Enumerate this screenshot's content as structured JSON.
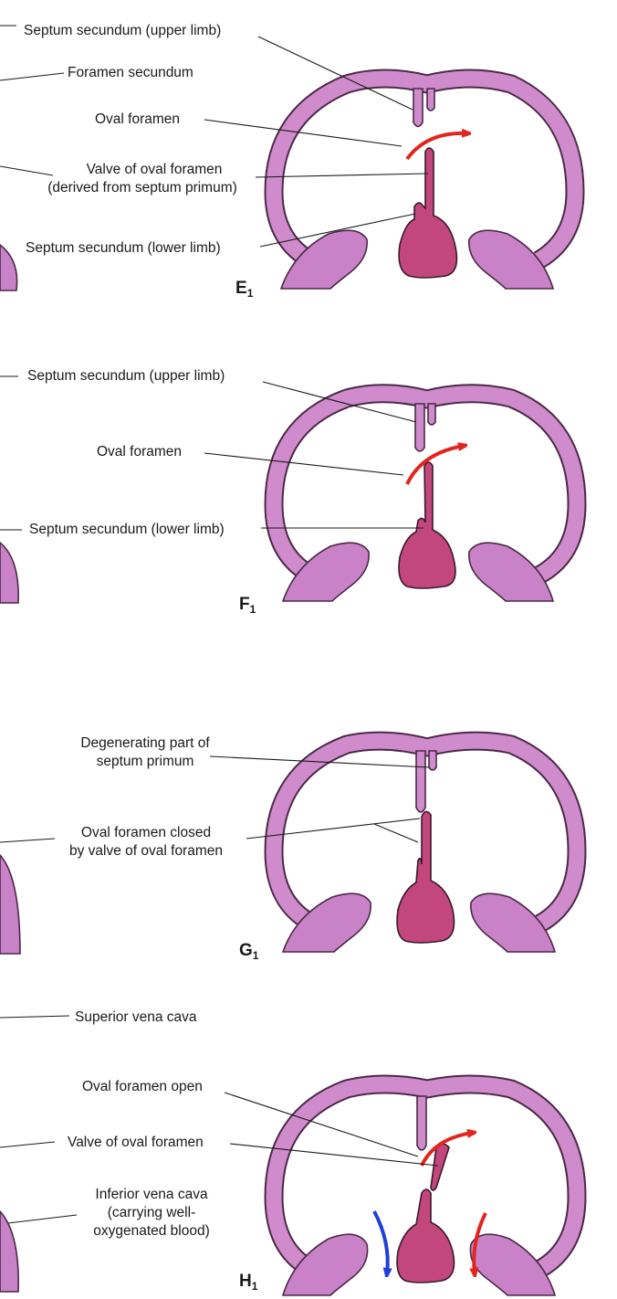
{
  "panels": [
    {
      "id": "E",
      "sub": "1",
      "labels": {
        "upper_limb": "Septum secundum (upper limb)",
        "foramen_secundum": "Foramen secundum",
        "oval_foramen": "Oval foramen",
        "valve_line1": "Valve of oval foramen",
        "valve_line2": "(derived from septum primum)",
        "lower_limb": "Septum secundum (lower limb)"
      }
    },
    {
      "id": "F",
      "sub": "1",
      "labels": {
        "upper_limb": "Septum secundum (upper limb)",
        "oval_foramen": "Oval foramen",
        "lower_limb": "Septum secundum (lower limb)"
      }
    },
    {
      "id": "G",
      "sub": "1",
      "labels": {
        "degen_line1": "Degenerating part of",
        "degen_line2": "septum primum",
        "closed_line1": "Oval foramen closed",
        "closed_line2": "by valve of oval foramen"
      }
    },
    {
      "id": "H",
      "sub": "1",
      "labels": {
        "svc": "Superior vena cava",
        "open": "Oval foramen open",
        "valve": "Valve of oval foramen",
        "ivc_line1": "Inferior vena cava",
        "ivc_line2": "(carrying well-",
        "ivc_line3": "oxygenated blood)"
      }
    }
  ],
  "colors": {
    "wall": "#cf8bcc",
    "septum": "#c2477d",
    "oxygenated_arrow": "#e0261f",
    "deoxygenated_arrow": "#1f3fd6"
  }
}
